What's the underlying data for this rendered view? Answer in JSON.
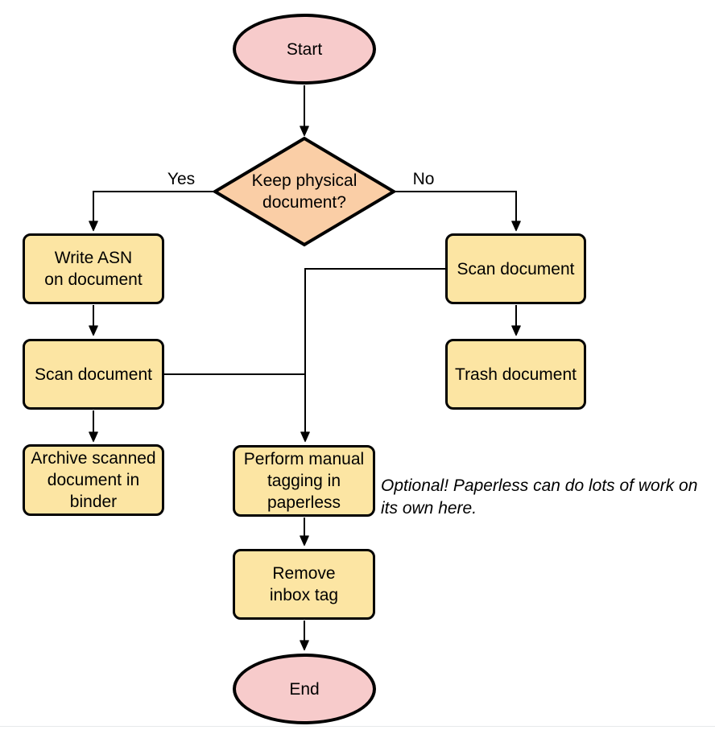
{
  "diagram": {
    "type": "flowchart",
    "background": "#ffffff"
  },
  "colors": {
    "terminator_fill": "#F7CBCB",
    "decision_fill": "#FACEA6",
    "process_fill": "#FCE5A3",
    "stroke": "#000000",
    "bottom_hairline": "#e7e9eb"
  },
  "nodes": {
    "start": {
      "type": "terminator",
      "label": "Start"
    },
    "decision": {
      "type": "decision",
      "label": "Keep physical\ndocument?"
    },
    "write_asn": {
      "type": "process",
      "label": "Write ASN\non document"
    },
    "scan_left": {
      "type": "process",
      "label": "Scan document"
    },
    "archive": {
      "type": "process",
      "label": "Archive scanned\ndocument in\nbinder"
    },
    "scan_right": {
      "type": "process",
      "label": "Scan document"
    },
    "trash": {
      "type": "process",
      "label": "Trash document"
    },
    "tagging": {
      "type": "process",
      "label": "Perform manual\ntagging in\npaperless"
    },
    "remove_inbox": {
      "type": "process",
      "label": "Remove\ninbox tag"
    },
    "end": {
      "type": "terminator",
      "label": "End"
    }
  },
  "edge_labels": {
    "yes": "Yes",
    "no": "No"
  },
  "edges": [
    {
      "from": "start",
      "to": "decision",
      "label": ""
    },
    {
      "from": "decision",
      "to": "write_asn",
      "label": "Yes"
    },
    {
      "from": "decision",
      "to": "scan_right",
      "label": "No"
    },
    {
      "from": "write_asn",
      "to": "scan_left",
      "label": ""
    },
    {
      "from": "scan_left",
      "to": "archive",
      "label": ""
    },
    {
      "from": "scan_left",
      "to": "tagging",
      "label": ""
    },
    {
      "from": "scan_right",
      "to": "trash",
      "label": ""
    },
    {
      "from": "scan_right",
      "to": "tagging",
      "label": ""
    },
    {
      "from": "tagging",
      "to": "remove_inbox",
      "label": ""
    },
    {
      "from": "remove_inbox",
      "to": "end",
      "label": ""
    }
  ],
  "annotation": {
    "text": "Optional! Paperless can do lots of work on\nits own here."
  }
}
